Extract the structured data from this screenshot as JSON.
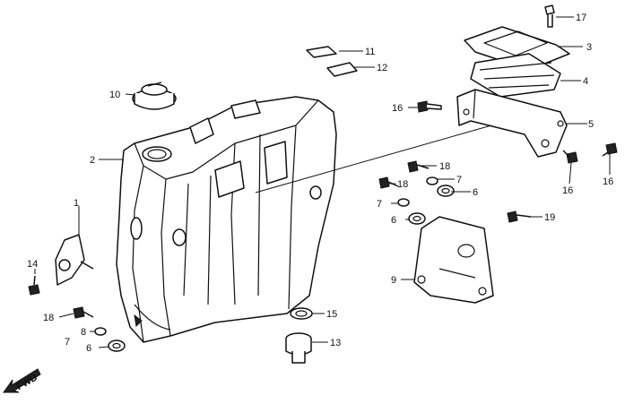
{
  "diagram": {
    "fwd_label": "FWD",
    "callouts": {
      "c1": "1",
      "c2": "2",
      "c3": "3",
      "c4": "4",
      "c5": "5",
      "c6a": "6",
      "c6b": "6",
      "c6c": "6",
      "c7a": "7",
      "c7b": "7",
      "c7c": "7",
      "c8": "8",
      "c9": "9",
      "c10": "10",
      "c11": "11",
      "c12": "12",
      "c13": "13",
      "c14": "14",
      "c15": "15",
      "c16a": "16",
      "c16b": "16",
      "c16c": "16",
      "c17": "17",
      "c18a": "18",
      "c18b": "18",
      "c18c": "18",
      "c19": "19"
    }
  }
}
